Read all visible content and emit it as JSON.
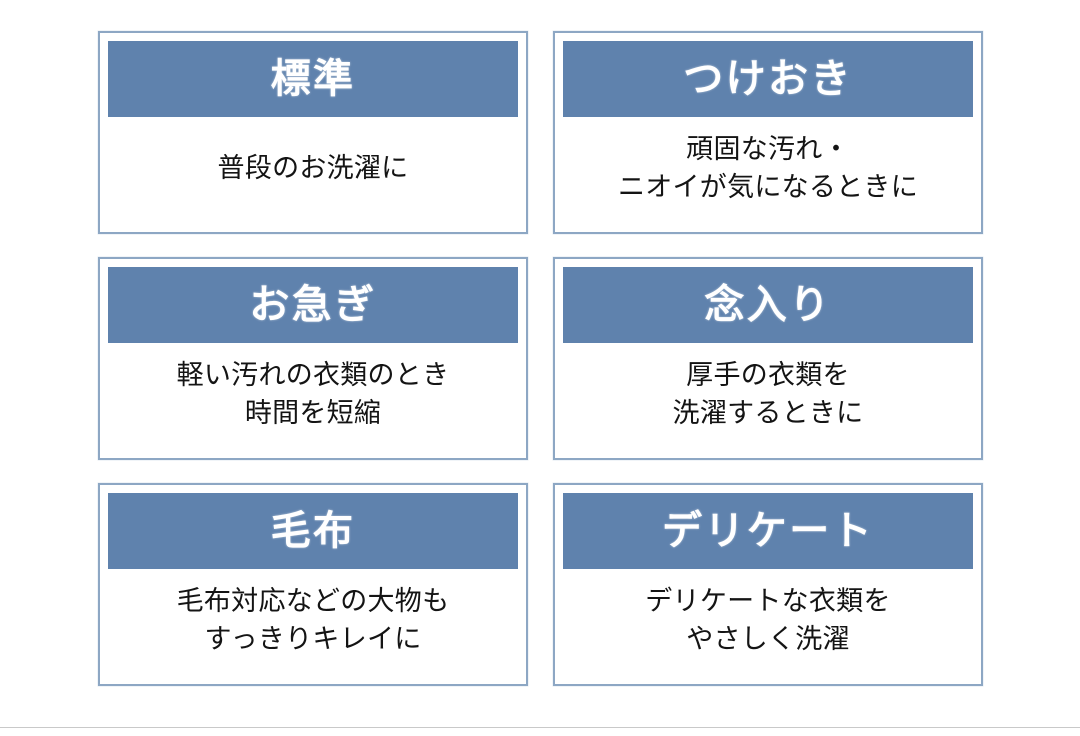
{
  "page": {
    "background_color": "#ffffff",
    "divider_color": "#c9c9c9"
  },
  "theme": {
    "header_fill": "#5f82ad",
    "card_border": "#8da7c4",
    "header_text_color": "#ffffff",
    "body_text_color": "#141414"
  },
  "cards": [
    {
      "title": "標準",
      "description": "普段のお洗濯に",
      "name": "course-card-hyoujun"
    },
    {
      "title": "つけおき",
      "description": "頑固な汚れ・\nニオイが気になるときに",
      "name": "course-card-tsukeoki"
    },
    {
      "title": "お急ぎ",
      "description": "軽い汚れの衣類のとき\n時間を短縮",
      "name": "course-card-oisogi"
    },
    {
      "title": "念入り",
      "description": "厚手の衣類を\n洗濯するときに",
      "name": "course-card-nenniri"
    },
    {
      "title": "毛布",
      "description": "毛布対応などの大物も\nすっきりキレイに",
      "name": "course-card-moufu"
    },
    {
      "title": "デリケート",
      "description": "デリケートな衣類を\nやさしく洗濯",
      "name": "course-card-delicate"
    }
  ]
}
